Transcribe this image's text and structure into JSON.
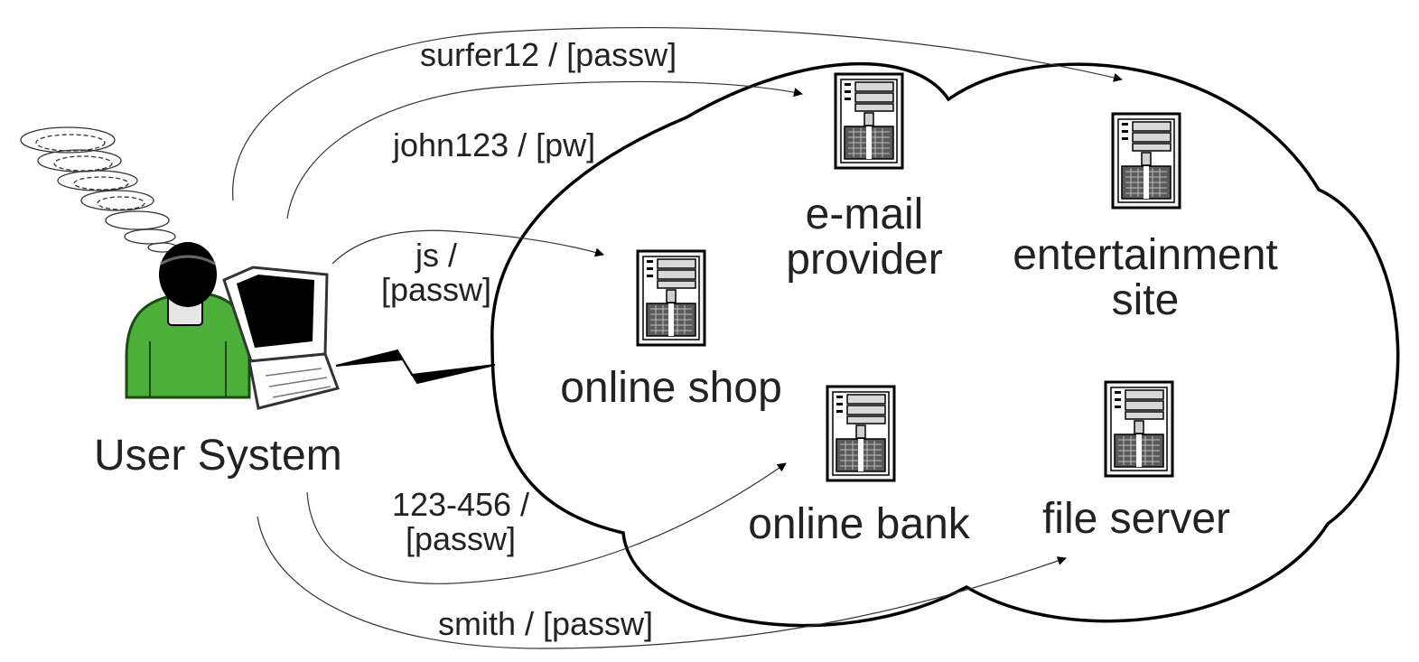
{
  "user": {
    "label": "User System"
  },
  "services": [
    {
      "id": "email",
      "label_lines": [
        "e-mail",
        "provider"
      ]
    },
    {
      "id": "entertainment",
      "label_lines": [
        "entertainment",
        "site"
      ]
    },
    {
      "id": "shop",
      "label_lines": [
        "online shop"
      ]
    },
    {
      "id": "bank",
      "label_lines": [
        "online bank"
      ]
    },
    {
      "id": "fileserver",
      "label_lines": [
        "file server"
      ]
    }
  ],
  "credentials": [
    {
      "target": "entertainment",
      "lines": [
        "surfer12 / [passw]"
      ]
    },
    {
      "target": "email",
      "lines": [
        "john123 / [pw]"
      ]
    },
    {
      "target": "shop",
      "lines": [
        "js /",
        "[passw]"
      ]
    },
    {
      "target": "bank",
      "lines": [
        "123-456 /",
        "[passw]"
      ]
    },
    {
      "target": "fileserver",
      "lines": [
        "smith / [passw]"
      ]
    }
  ]
}
